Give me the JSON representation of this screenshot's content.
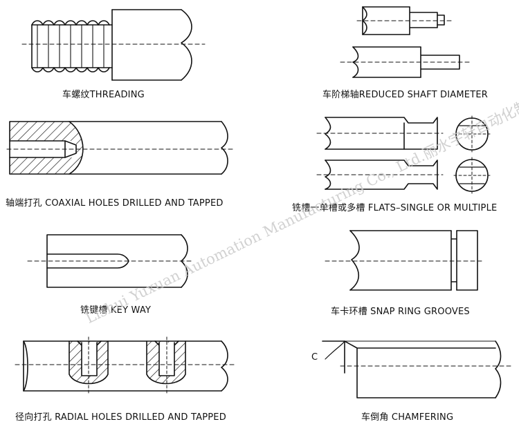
{
  "watermark": "Lishui Yuxuan Automation Manufacturing Co., Ltd.丽水宇轩自动化制造有限公司",
  "panels": {
    "threading": {
      "caption": "车螺纹THREADING"
    },
    "reduced_shaft": {
      "caption": "车阶梯轴REDUCED SHAFT DIAMETER"
    },
    "coaxial_holes": {
      "caption": "轴端打孔 COAXIAL HOLES DRILLED AND TAPPED"
    },
    "flats": {
      "caption": "铣槽一单槽或多槽 FLATS–SINGLE OR MULTIPLE"
    },
    "key_way": {
      "caption": "铣键槽  KEY  WAY"
    },
    "snap_ring": {
      "caption": "车卡环槽 SNAP RING GROOVES"
    },
    "radial_holes": {
      "caption": "径向打孔  RADIAL HOLES DRILLED AND TAPPED"
    },
    "chamfering": {
      "caption": "车倒角 CHAMFERING",
      "angle_label": "C"
    }
  }
}
